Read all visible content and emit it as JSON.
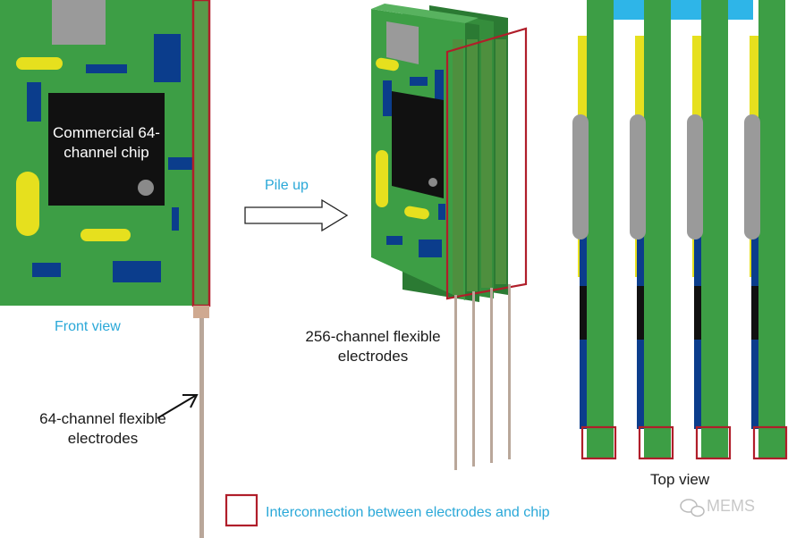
{
  "chip_label": "Commercial 64-channel chip",
  "front_view_label": "Front view",
  "pile_up_label": "Pile up",
  "electrodes_64_label": "64-channel flexible electrodes",
  "electrodes_256_label": "256-channel flexible electrodes",
  "top_view_label": "Top view",
  "legend_label": "Interconnection between electrodes and chip",
  "watermark": "MEMS",
  "colors": {
    "pcb_green": "#3d9e45",
    "pcb_dark_green": "#2b7a33",
    "component_blue": "#0b3d8c",
    "component_yellow": "#e6e01e",
    "chip_black": "#111111",
    "connector_grey": "#9a9a9a",
    "highlight_red": "#b01e2a",
    "top_cyan": "#2eb5e8",
    "label_blue": "#2aa8d8"
  },
  "icons": [
    "arrow-right-icon",
    "pointer-arrow-icon",
    "wechat-icon"
  ]
}
